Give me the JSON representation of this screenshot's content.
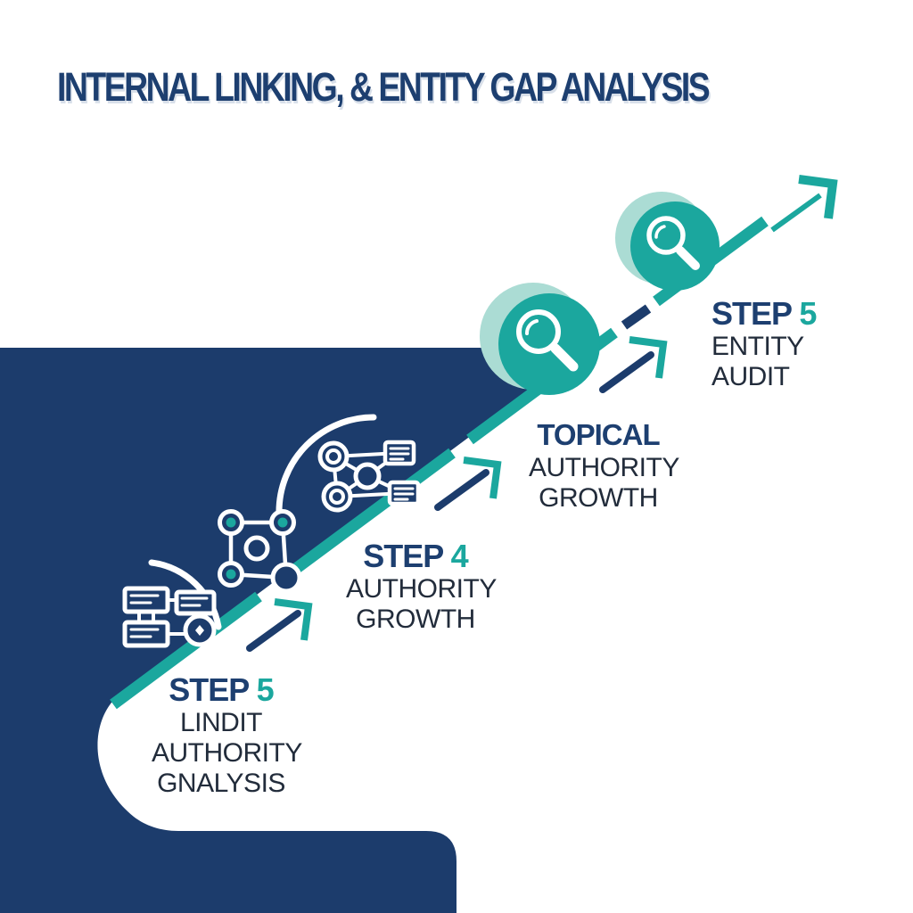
{
  "title": "INTERNAL LINKING, & ENTITY GAP ANALYSIS",
  "steps": [
    {
      "name": "step-5-entity-audit",
      "step_label": "STEP",
      "step_number": "5",
      "lines": [
        "ENTITY",
        "AUDIT"
      ]
    },
    {
      "name": "topical-authority-growth",
      "step_label": "TOPICAL",
      "step_number": "",
      "lines": [
        "AUTHORITY",
        "GROWTH"
      ]
    },
    {
      "name": "step-4-authority-growth",
      "step_label": "STEP",
      "step_number": "4",
      "lines": [
        "AUTHORITY",
        "GROWTH"
      ]
    },
    {
      "name": "step-5-link-audit",
      "step_label": "STEP",
      "step_number": "5",
      "lines": [
        "LINDIT",
        "AUTHORITY",
        "GNALYSIS"
      ]
    }
  ],
  "icons": [
    "magnifier-icon-top",
    "magnifier-icon-mid",
    "entity-link-icon",
    "network-nodes-icon",
    "sitemap-flowchart-icon",
    "growth-arrow-icon",
    "progress-arrow-icon"
  ],
  "colors": {
    "navy": "#1c3c6c",
    "teal": "#1ba79e",
    "teal-light": "#abdcd4",
    "title-navy": "#1d3f70",
    "text-dark": "#222c3b",
    "white": "#ffffff"
  }
}
